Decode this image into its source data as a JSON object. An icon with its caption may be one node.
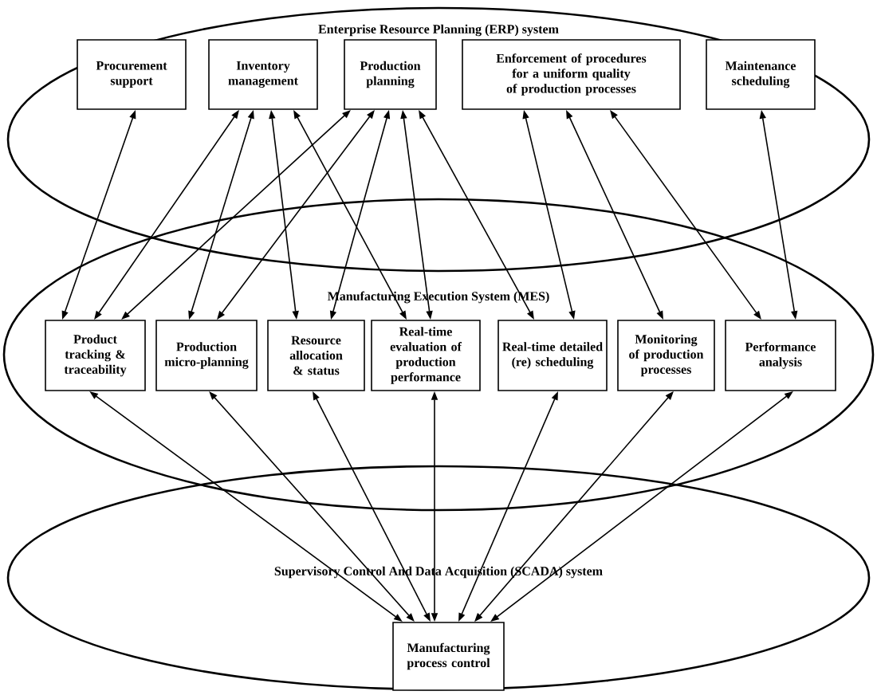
{
  "diagram": {
    "nodes": [
      {
        "text": [
          "Enterprise Resource Planning (ERP) system"
        ]
      },
      {
        "text": [
          "Procurement support"
        ],
        "in": 0
      },
      {
        "text": [
          "Inventory management"
        ],
        "in": 0
      },
      {
        "text": [
          "Production planning"
        ],
        "in": 0
      },
      {
        "text": [
          "Enforcement of procedures for a uniform quality of production processes"
        ],
        "in": 0
      },
      {
        "text": [
          "Maintenance scheduling"
        ],
        "in": 0
      },
      {
        "text": [
          "Manufacturing Execution System (MES)"
        ]
      },
      {
        "text": [
          "Product tracking & traceability"
        ],
        "in": 6
      },
      {
        "text": [
          "Production micro-planning"
        ],
        "in": 6
      },
      {
        "text": [
          "Resource allocation & status"
        ],
        "in": 6
      },
      {
        "text": [
          "Real-time evaluation of production performance"
        ],
        "in": 6
      },
      {
        "text": [
          "Real-time detailed (re) scheduling"
        ],
        "in": 6
      },
      {
        "text": [
          "Monitoring of production processes"
        ],
        "in": 6
      },
      {
        "text": [
          "Performance analysis"
        ],
        "in": 6
      },
      {
        "text": [
          "Supervisory Control And Data Acquisition (SCADA) system"
        ]
      },
      {
        "text": [
          "Manufacturing process control"
        ],
        "in": 14
      }
    ],
    "edges": [
      {
        "from": 1,
        "to": 7,
        "arrow": "both"
      },
      {
        "from": 2,
        "to": 7,
        "arrow": "both"
      },
      {
        "from": 2,
        "to": 8,
        "arrow": "both"
      },
      {
        "from": 2,
        "to": 9,
        "arrow": "both"
      },
      {
        "from": 2,
        "to": 10,
        "arrow": "both"
      },
      {
        "from": 3,
        "to": 7,
        "arrow": "both"
      },
      {
        "from": 3,
        "to": 8,
        "arrow": "both"
      },
      {
        "from": 3,
        "to": 9,
        "arrow": "both"
      },
      {
        "from": 3,
        "to": 10,
        "arrow": "both"
      },
      {
        "from": 3,
        "to": 11,
        "arrow": "both"
      },
      {
        "from": 4,
        "to": 11,
        "arrow": "both"
      },
      {
        "from": 4,
        "to": 12,
        "arrow": "both"
      },
      {
        "from": 4,
        "to": 13,
        "arrow": "both"
      },
      {
        "from": 5,
        "to": 13,
        "arrow": "both"
      },
      {
        "from": 7,
        "to": 15,
        "arrow": "both"
      },
      {
        "from": 8,
        "to": 15,
        "arrow": "both"
      },
      {
        "from": 9,
        "to": 15,
        "arrow": "both"
      },
      {
        "from": 10,
        "to": 15,
        "arrow": "both"
      },
      {
        "from": 11,
        "to": 15,
        "arrow": "both"
      },
      {
        "from": 12,
        "to": 15,
        "arrow": "both"
      },
      {
        "from": 13,
        "to": 15,
        "arrow": "both"
      }
    ]
  }
}
